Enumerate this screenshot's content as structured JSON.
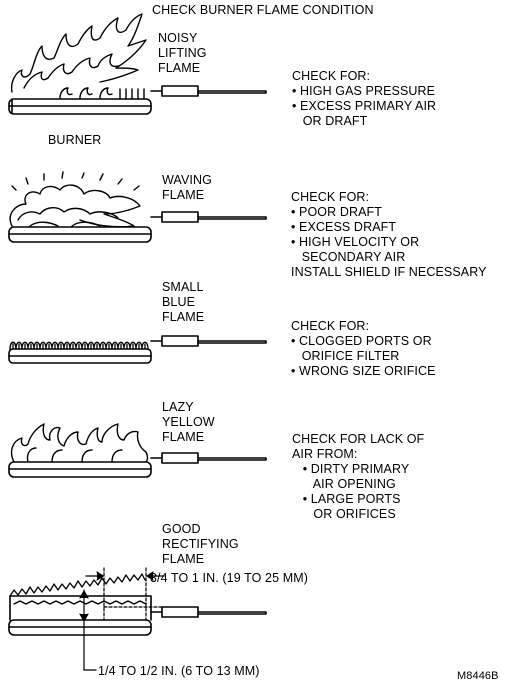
{
  "title": "CHECK BURNER FLAME CONDITION",
  "figure_id": "M8446B",
  "burner_label": "BURNER",
  "panels": [
    {
      "flame_label": [
        "NOISY",
        "LIFTING",
        "FLAME"
      ],
      "check": [
        "CHECK FOR:",
        "• HIGH GAS PRESSURE",
        "• EXCESS PRIMARY AIR",
        "   OR DRAFT"
      ]
    },
    {
      "flame_label": [
        "WAVING",
        "FLAME"
      ],
      "check": [
        "CHECK FOR:",
        "• POOR DRAFT",
        "• EXCESS DRAFT",
        "• HIGH VELOCITY OR",
        "   SECONDARY AIR",
        "INSTALL SHIELD IF NECESSARY"
      ]
    },
    {
      "flame_label": [
        "SMALL",
        "BLUE",
        "FLAME"
      ],
      "check": [
        "CHECK FOR:",
        "• CLOGGED PORTS OR",
        "   ORIFICE FILTER",
        "• WRONG SIZE ORIFICE"
      ]
    },
    {
      "flame_label": [
        "LAZY",
        "YELLOW",
        "FLAME"
      ],
      "check": [
        "CHECK FOR LACK OF",
        "AIR FROM:",
        "   • DIRTY PRIMARY",
        "      AIR OPENING",
        "   • LARGE PORTS",
        "      OR ORIFICES"
      ]
    },
    {
      "flame_label": [
        "GOOD",
        "RECTIFYING",
        "FLAME"
      ],
      "dimension_upper": "3/4 TO 1 IN. (19 TO 25 MM)",
      "dimension_lower": "1/4 TO 1/2 IN. (6 TO 13 MM)"
    }
  ]
}
